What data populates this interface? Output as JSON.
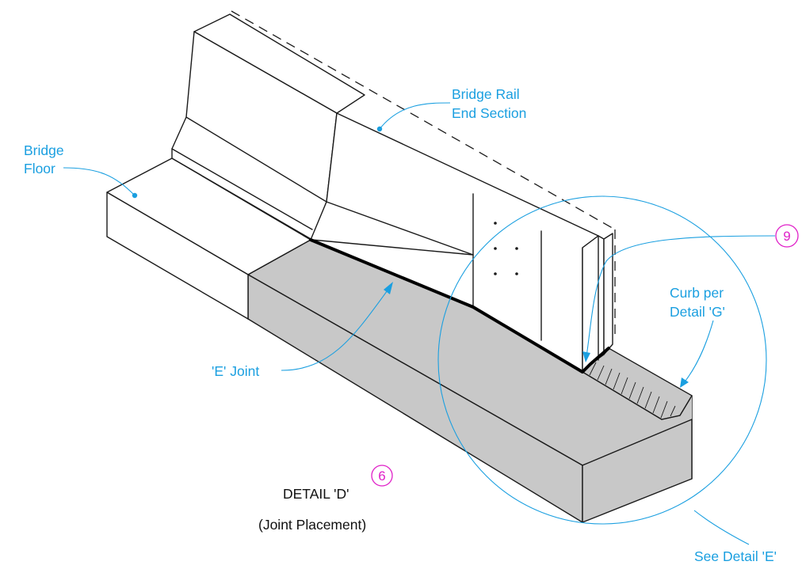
{
  "labels": {
    "bridge_rail_line1": "Bridge Rail",
    "bridge_rail_line2": "End Section",
    "bridge_floor_line1": "Bridge",
    "bridge_floor_line2": "Floor",
    "e_joint": "'E' Joint",
    "curb_line1": "Curb per",
    "curb_line2": "Detail 'G'",
    "see_detail": "See Detail 'E'",
    "detail_title": "DETAIL 'D'",
    "detail_subtitle": "(Joint Placement)"
  },
  "notes": {
    "note_9": "9",
    "note_6": "6"
  },
  "colors": {
    "leader": "#1a9fe0",
    "note_circle": "#e020c8",
    "concrete_fill": "#c8c8c8",
    "outline": "#1a1a1a"
  }
}
